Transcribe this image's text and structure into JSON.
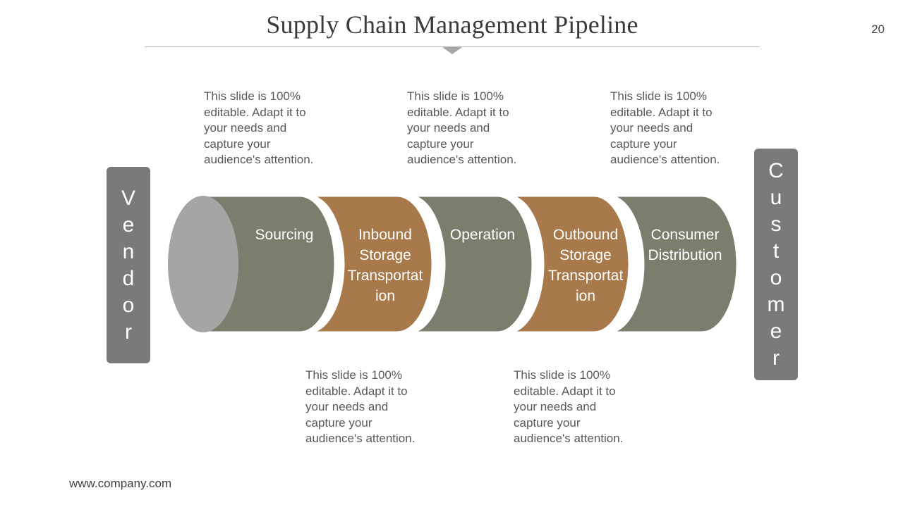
{
  "slide": {
    "title": "Supply Chain Management Pipeline",
    "page_number": "20",
    "footer": "www.company.com"
  },
  "left_label": [
    "V",
    "e",
    "n",
    "d",
    "o",
    "r"
  ],
  "right_label": [
    "C",
    "u",
    "s",
    "t",
    "o",
    "m",
    "e",
    "r"
  ],
  "pipeline": {
    "segments": [
      {
        "label": "Sourcing",
        "color": "#7b7e6c"
      },
      {
        "label": "Inbound Storage Transportat ion",
        "color": "#a8794b"
      },
      {
        "label": "Operation",
        "color": "#7b7e6c"
      },
      {
        "label": "Outbound Storage Transportat ion",
        "color": "#a8794b"
      },
      {
        "label": "Consumer Distribution",
        "color": "#7b7e6c"
      }
    ],
    "end_cap_color": "#a5a5a5"
  },
  "notes": {
    "top": [
      [
        "This slide is 100%",
        "editable. Adapt it to",
        "your needs and",
        "capture your",
        "audience's attention."
      ],
      [
        "This slide is 100%",
        "editable. Adapt it to",
        "your needs and",
        "capture your",
        "audience's attention."
      ],
      [
        "This slide is 100%",
        "editable. Adapt it to",
        "your needs and",
        "capture your",
        "audience's attention."
      ]
    ],
    "bottom": [
      [
        "This slide is 100%",
        "editable. Adapt it to",
        "your needs and",
        "capture your",
        "audience's attention."
      ],
      [
        "This slide is 100%",
        "editable. Adapt it to",
        "your needs and",
        "capture your",
        "audience's attention."
      ]
    ]
  },
  "colors": {
    "side_pill": "#7a7a7a",
    "text_gray": "#595959"
  }
}
